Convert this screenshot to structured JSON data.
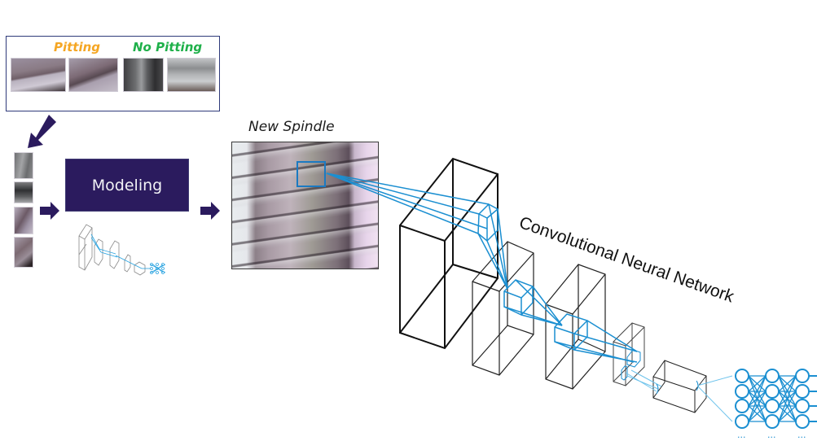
{
  "training_panel": {
    "classes": [
      {
        "label": "Pitting",
        "color": "#f5a623",
        "images": [
          "pitting-sample-1",
          "pitting-sample-2"
        ]
      },
      {
        "label": "No Pitting",
        "color": "#1fb04a",
        "images": [
          "no-pitting-sample-1",
          "no-pitting-sample-2"
        ]
      }
    ]
  },
  "training_column": {
    "images": [
      "sample-a",
      "sample-b",
      "sample-c",
      "sample-d"
    ]
  },
  "modeling": {
    "label": "Modeling"
  },
  "spindle": {
    "title": "New Spindle"
  },
  "cnn": {
    "title": "Convolutional Neural Network",
    "layers": [
      "input-volume",
      "conv-1",
      "conv-2",
      "conv-3",
      "pooling",
      "fully-connected"
    ],
    "fc_ellipsis": [
      "...",
      "...",
      "..."
    ]
  },
  "colors": {
    "accent_dark": "#2b1b5e",
    "connection_blue": "#1b8fd1",
    "panel_border": "#2e3a7a",
    "pitting": "#f5a623",
    "no_pitting": "#1fb04a"
  }
}
